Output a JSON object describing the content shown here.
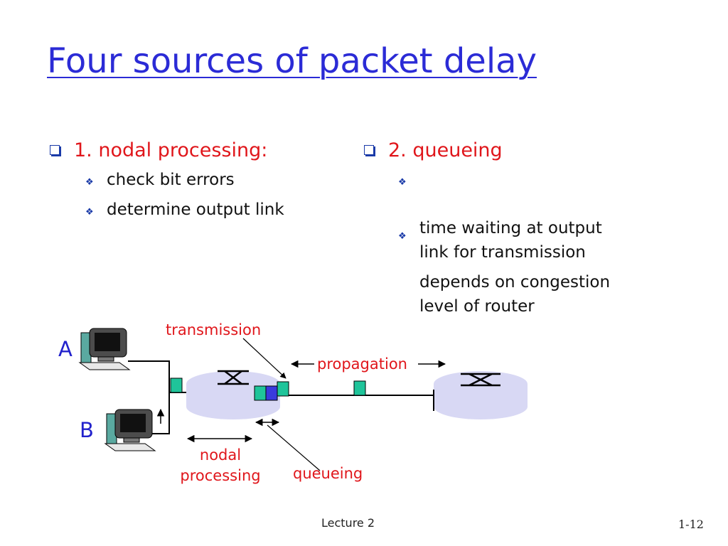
{
  "title": "Four sources of packet delay",
  "left_column": {
    "heading": "1. nodal processing:",
    "bullets": [
      "check bit errors",
      "determine output link"
    ]
  },
  "right_column": {
    "heading": "2. queueing",
    "bullets": [
      "time waiting at output\nlink for transmission",
      "depends on congestion\nlevel of router"
    ]
  },
  "diagram": {
    "host_a_label": "A",
    "host_b_label": "B",
    "transmission_label": "transmission",
    "propagation_label": "propagation",
    "nodal_processing_label": "nodal\nprocessing",
    "queueing_label": "queueing"
  },
  "footer": {
    "center": "Lecture 2",
    "page": "1-12"
  },
  "colors": {
    "title": "#2b2bd6",
    "heading": "#e0161b",
    "packet": "#1fc49a",
    "queued_packet": "#3a3adc",
    "router": "#d8d8f4"
  }
}
